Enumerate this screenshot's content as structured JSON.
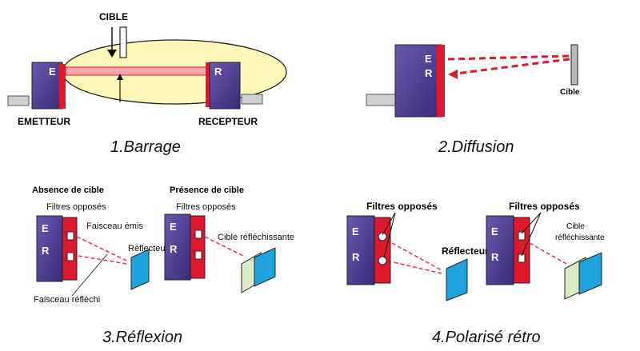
{
  "panels": {
    "barrage": {
      "caption": "1.Barrage",
      "target_label": "CIBLE",
      "emitter_label": "EMETTEUR",
      "receiver_label": "RECEPTEUR",
      "emitter_letter": "E",
      "receiver_letter": "R"
    },
    "diffusion": {
      "caption": "2.Diffusion",
      "letter_e": "E",
      "letter_r": "R",
      "target_label": "Cible"
    },
    "reflexion": {
      "caption": "3.Réflexion",
      "absence_title": "Absence de cible",
      "presence_title": "Présence de cible",
      "filters_label_1": "Filtres opposés",
      "filters_label_2": "Filtres opposés",
      "beam_emitted": "Faisceau émis",
      "reflector": "Réflecteur",
      "beam_reflected": "Faisceau réfléchi",
      "reflective_target": "Cible réfléchissante",
      "letter_e1": "E",
      "letter_r1": "R",
      "letter_e2": "E",
      "letter_r2": "R"
    },
    "retro": {
      "caption": "4.Polarisé rétro",
      "filters_label_1": "Filtres opposés",
      "filters_label_2": "Filtres opposés",
      "reflector": "Réflecteur",
      "target_line1": "Cible",
      "target_line2": "réfléchissante",
      "letter_e1": "E",
      "letter_r1": "R",
      "letter_e2": "E",
      "letter_r2": "R"
    }
  },
  "colors": {
    "device_purple": "#4b3a8f",
    "device_red": "#e0182d",
    "beam_red": "#e8304a",
    "lobe_yellow": "#fff6b8",
    "reflector_blue": "#1fa3df",
    "target_green": "#d7ecc4"
  }
}
